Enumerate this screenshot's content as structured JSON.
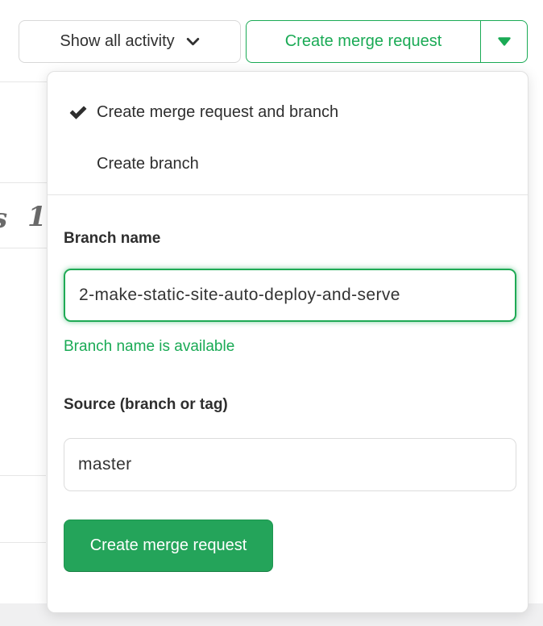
{
  "colors": {
    "green": "#1aaa55",
    "green_fill": "#24a45a",
    "text_dark": "#2e2e2e",
    "muted_gray": "#6a6a6a",
    "input_border": "#dcdcdc"
  },
  "toolbar": {
    "show_activity_label": "Show all activity",
    "create_mr_label": "Create merge request"
  },
  "background": {
    "fragment_left": "s",
    "fragment_right": "1"
  },
  "dropdown": {
    "items": [
      {
        "label": "Create merge request and branch",
        "checked": true
      },
      {
        "label": "Create branch",
        "checked": false
      }
    ],
    "branch_name": {
      "label": "Branch name",
      "value": "2-make-static-site-auto-deploy-and-serve",
      "status": "Branch name is available"
    },
    "source": {
      "label": "Source (branch or tag)",
      "value": "master"
    },
    "submit_label": "Create merge request"
  }
}
